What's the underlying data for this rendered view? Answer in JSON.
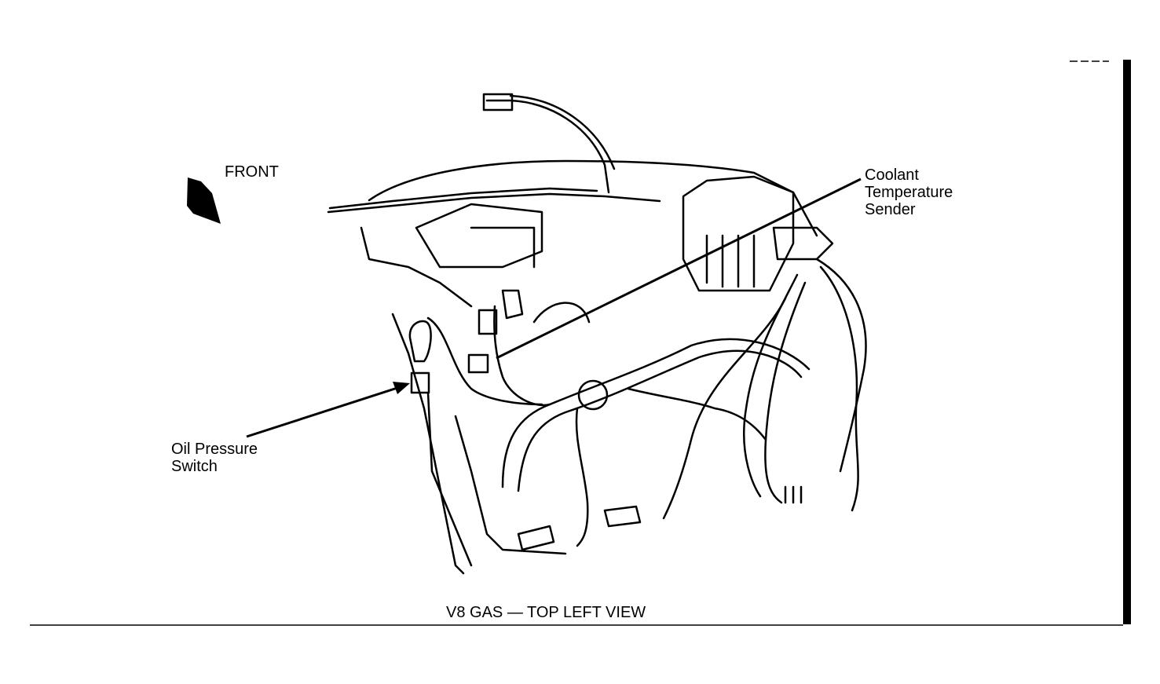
{
  "labels": {
    "front": "FRONT",
    "coolant_sender": [
      "Coolant",
      "Temperature",
      "Sender"
    ],
    "oil_pressure_switch": [
      "Oil Pressure",
      "Switch"
    ]
  },
  "caption": "V8 GAS — TOP LEFT VIEW"
}
